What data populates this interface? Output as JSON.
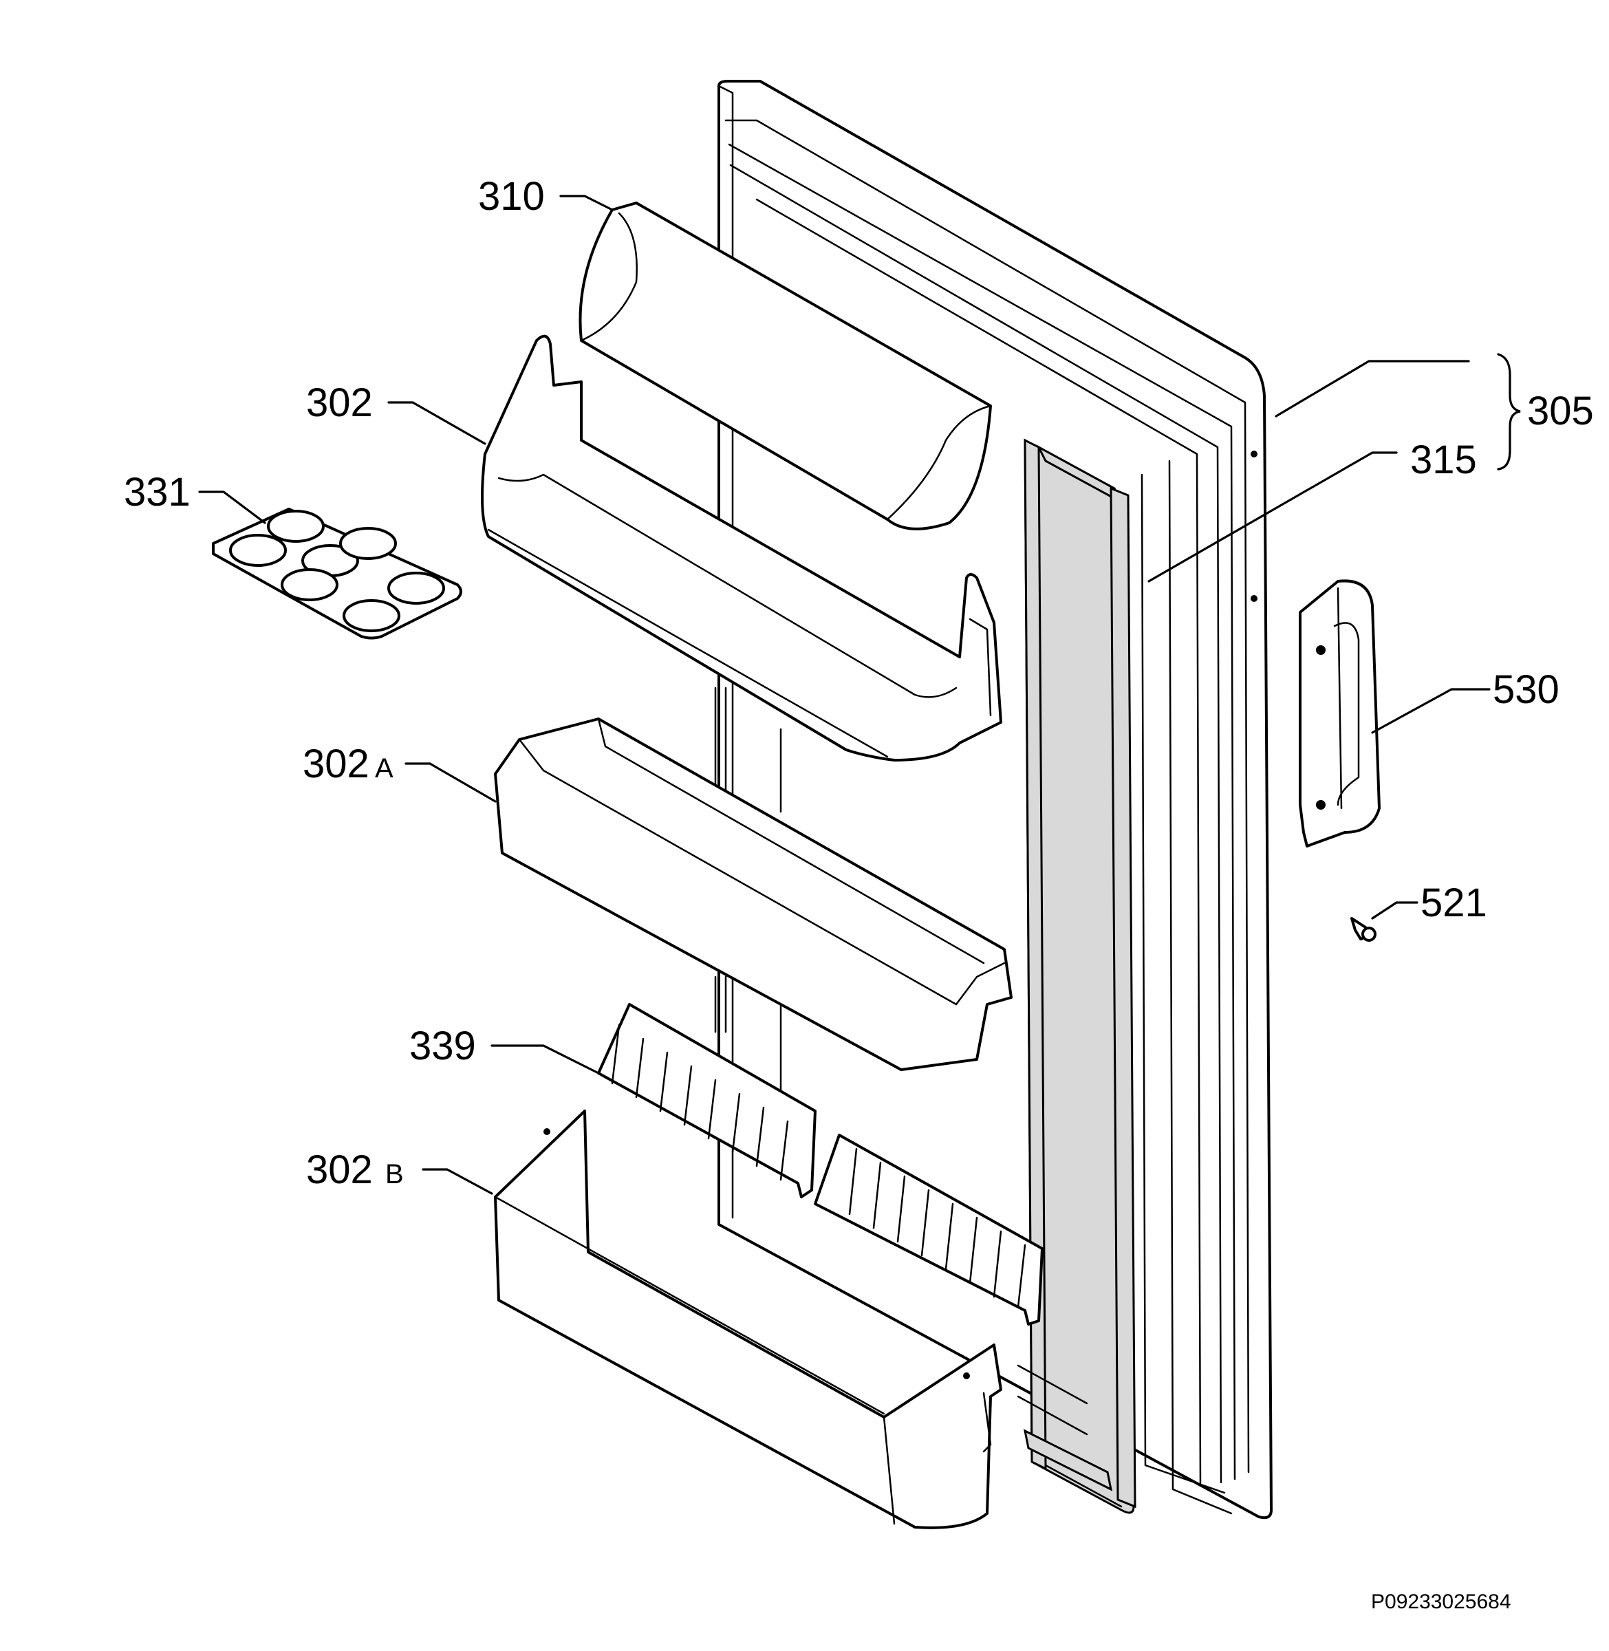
{
  "labels": {
    "l310": "310",
    "l302": "302",
    "l331": "331",
    "l302a_num": "302",
    "l302a_suffix": "A",
    "l339": "339",
    "l302b_num": "302",
    "l302b_suffix": "B",
    "l305": "305",
    "l315": "315",
    "l530": "530",
    "l521": "521"
  },
  "reference_code": "P09233025684"
}
